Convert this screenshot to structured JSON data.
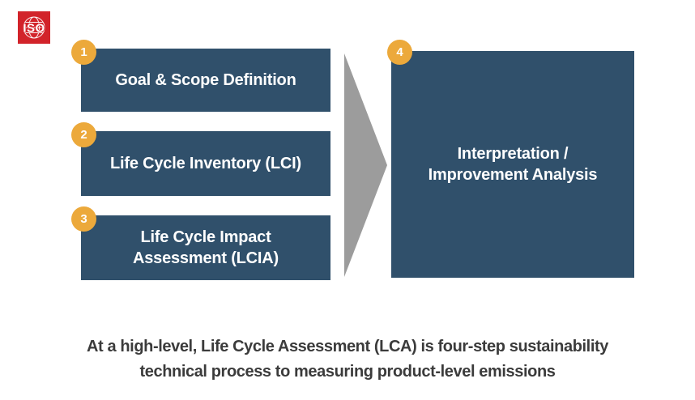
{
  "colors": {
    "box": "#30506B",
    "box-text": "#FFFFFF",
    "badge": "#ECA93B",
    "arrow": "#9C9C9C",
    "caption": "#3B3B3B",
    "logo-red": "#D2232A"
  },
  "logo": {
    "text": "ISO"
  },
  "steps": [
    {
      "number": "1",
      "label": "Goal & Scope Definition"
    },
    {
      "number": "2",
      "label": "Life Cycle Inventory (LCI)"
    },
    {
      "number": "3",
      "label": "Life Cycle Impact\nAssessment (LCIA)"
    },
    {
      "number": "4",
      "label": "Interpretation /\nImprovement Analysis"
    }
  ],
  "caption": {
    "line1": "At a high-level, Life Cycle Assessment (LCA) is four-step sustainability",
    "line2": "technical process to measuring product-level emissions"
  }
}
